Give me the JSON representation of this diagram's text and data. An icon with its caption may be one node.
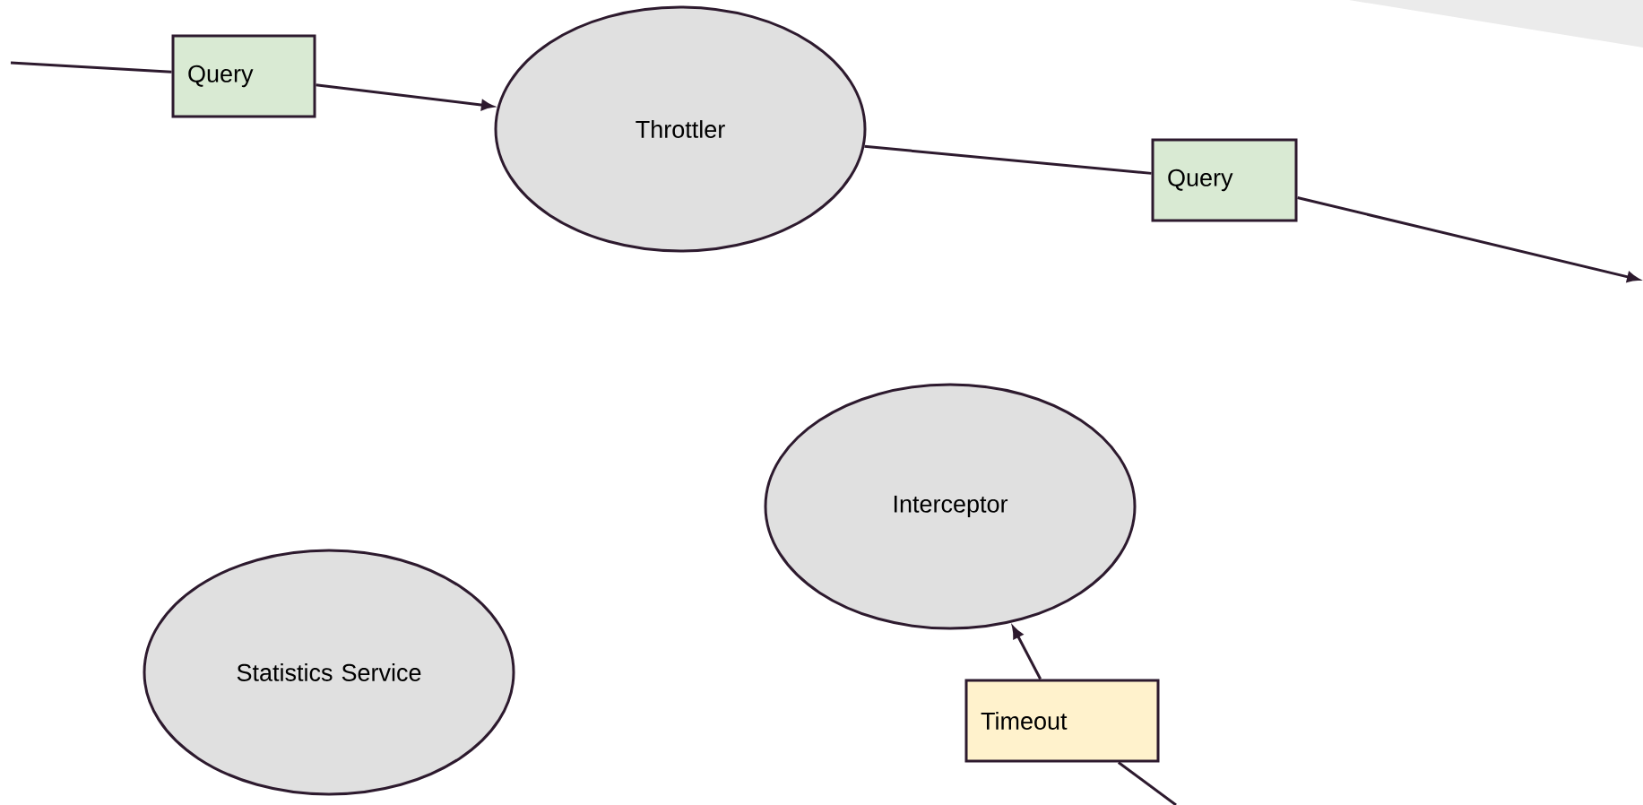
{
  "diagram": {
    "nodes": [
      {
        "text": [
          "Query"
        ]
      },
      {
        "text": [
          "Throttler"
        ]
      },
      {
        "text": [
          "Query"
        ]
      },
      {
        "text": [
          "Interceptor"
        ]
      },
      {
        "text": [
          "Statistics Service"
        ]
      },
      {
        "text": [
          "Timeout"
        ]
      }
    ],
    "edges": [
      {
        "from": null,
        "to": 0,
        "arrow": "none"
      },
      {
        "from": 0,
        "to": 1,
        "arrow": "to"
      },
      {
        "from": 1,
        "to": 2,
        "arrow": "none"
      },
      {
        "from": 2,
        "to": null,
        "arrow": "to"
      },
      {
        "from": null,
        "to": 5,
        "arrow": "none"
      },
      {
        "from": 5,
        "to": 3,
        "arrow": "to"
      }
    ]
  }
}
